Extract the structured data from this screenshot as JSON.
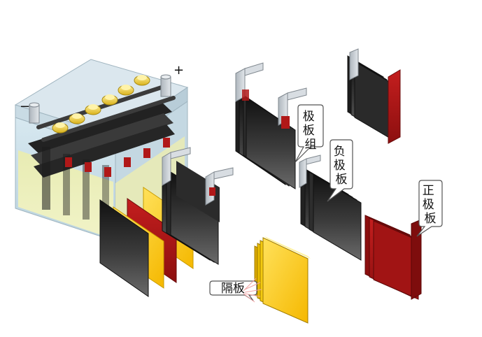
{
  "battery": {
    "terminal_negative": "−",
    "terminal_positive": "+"
  },
  "labels": {
    "plate_group": "极板组",
    "negative_plate": "负极板",
    "positive_plate": "正极板",
    "separator": "隔板"
  },
  "colors": {
    "plate_dark": "#2e2e2e",
    "plate_red": "#b01818",
    "separator_yellow": "#ffd21f",
    "lug_gray": "#c6ccd2",
    "case_glass": "#cfe2ec",
    "electrolyte": "#eef0a8",
    "cap_yellow": "#f0d040"
  }
}
